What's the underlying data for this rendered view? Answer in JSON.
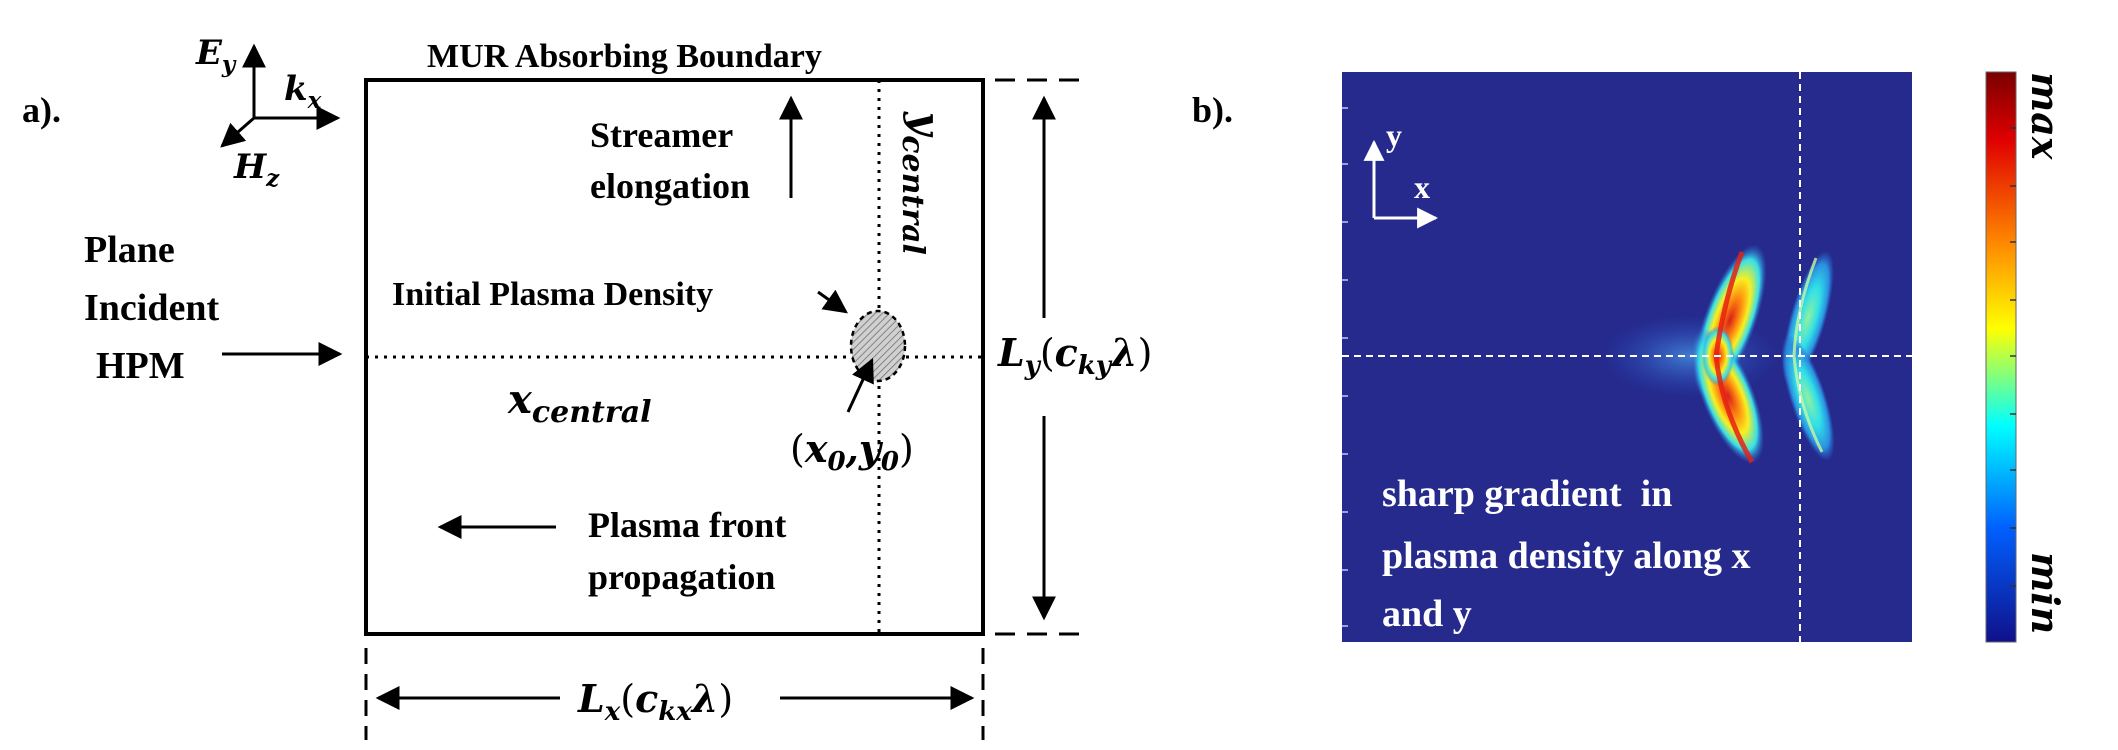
{
  "panel_a": {
    "label": "a).",
    "boundary_title": "MUR Absorbing Boundary",
    "axes": {
      "ey": "E",
      "ey_sub": "y",
      "kx": "k",
      "kx_sub": "x",
      "hz": "H",
      "hz_sub": "z"
    },
    "incident": [
      "Plane",
      "Incident",
      "HPM"
    ],
    "streamer": [
      "Streamer",
      "elongation"
    ],
    "initial_density": "Initial Plasma Density",
    "y_central": {
      "main": "y",
      "sub": "central"
    },
    "x_central": {
      "main": "x",
      "sub": "central"
    },
    "origin": {
      "open": "(",
      "x": "x",
      "x_sub": "0",
      "comma": ",",
      "y": "y",
      "y_sub": "0",
      "close": ")"
    },
    "plasma_front": [
      "Plasma front",
      "propagation"
    ],
    "ly": {
      "main": "L",
      "sub": "y",
      "open": "(",
      "c": "c",
      "c_sub": "ky",
      "lambda": "λ",
      "close": ")"
    },
    "lx": {
      "main": "L",
      "sub": "x",
      "open": "(",
      "c": "c",
      "c_sub": "kx",
      "lambda": "λ",
      "close": ")"
    }
  },
  "panel_b": {
    "label": "b).",
    "axis_y": "y",
    "axis_x": "x",
    "caption": [
      "sharp gradient  in",
      "plasma density along x",
      "and y"
    ],
    "colorbar": {
      "max": "max",
      "min": "min"
    },
    "colors": {
      "background": "#252a8c",
      "accent_red": "#b01818",
      "accent_yellow": "#ffe020",
      "accent_cyan": "#30e8e8"
    }
  }
}
